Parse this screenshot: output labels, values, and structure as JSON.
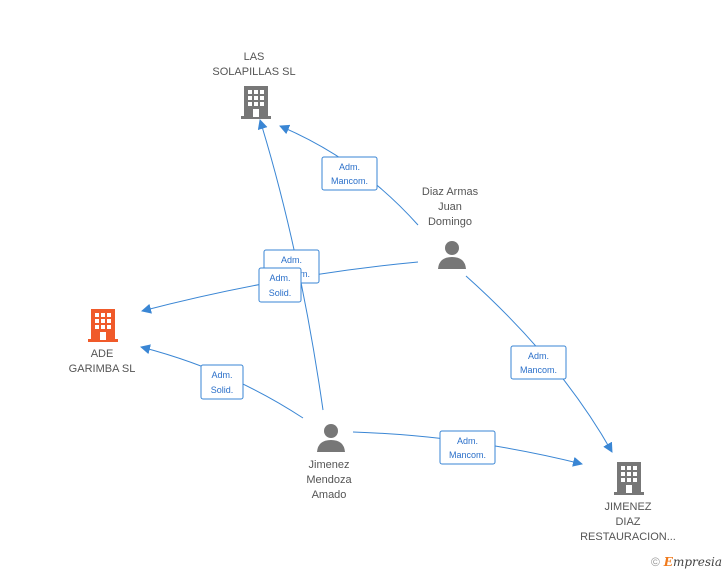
{
  "nodes": {
    "las_solapillas": {
      "line1": "LAS",
      "line2": "SOLAPILLAS  SL",
      "icon": "building-icon",
      "color": "#777777"
    },
    "ade_garimba": {
      "line1": "ADE",
      "line2": "GARIMBA  SL",
      "icon": "building-icon",
      "color": "#f05a2a"
    },
    "jimenez_diaz": {
      "line1": "JIMENEZ",
      "line2": "DIAZ",
      "line3": "RESTAURACION...",
      "icon": "building-icon",
      "color": "#777777"
    },
    "diaz_armas": {
      "line1": "Diaz Armas",
      "line2": "Juan",
      "line3": "Domingo",
      "icon": "person-icon",
      "color": "#777777"
    },
    "jimenez_mendoza": {
      "line1": "Jimenez",
      "line2": "Mendoza",
      "line3": "Amado",
      "icon": "person-icon",
      "color": "#777777"
    }
  },
  "edges": [
    {
      "from": "diaz_armas",
      "to": "las_solapillas",
      "line1": "Adm.",
      "line2": "Mancom."
    },
    {
      "from": "diaz_armas",
      "to": "ade_garimba",
      "line1": "Adm.",
      "line2": "Solid."
    },
    {
      "from": "diaz_armas",
      "to": "jimenez_diaz",
      "line1": "Adm.",
      "line2": "Mancom."
    },
    {
      "from": "jimenez_mendoza",
      "to": "las_solapillas",
      "line1": "Adm.",
      "line2": "Mancom."
    },
    {
      "from": "jimenez_mendoza",
      "to": "ade_garimba",
      "line1": "Adm.",
      "line2": "Solid."
    },
    {
      "from": "jimenez_mendoza",
      "to": "jimenez_diaz",
      "line1": "Adm.",
      "line2": "Mancom."
    }
  ],
  "colors": {
    "edge": "#3a86d4",
    "label_border": "#3a86d4"
  },
  "brand": {
    "copyright": "©",
    "first": "E",
    "rest": "mpresia"
  }
}
